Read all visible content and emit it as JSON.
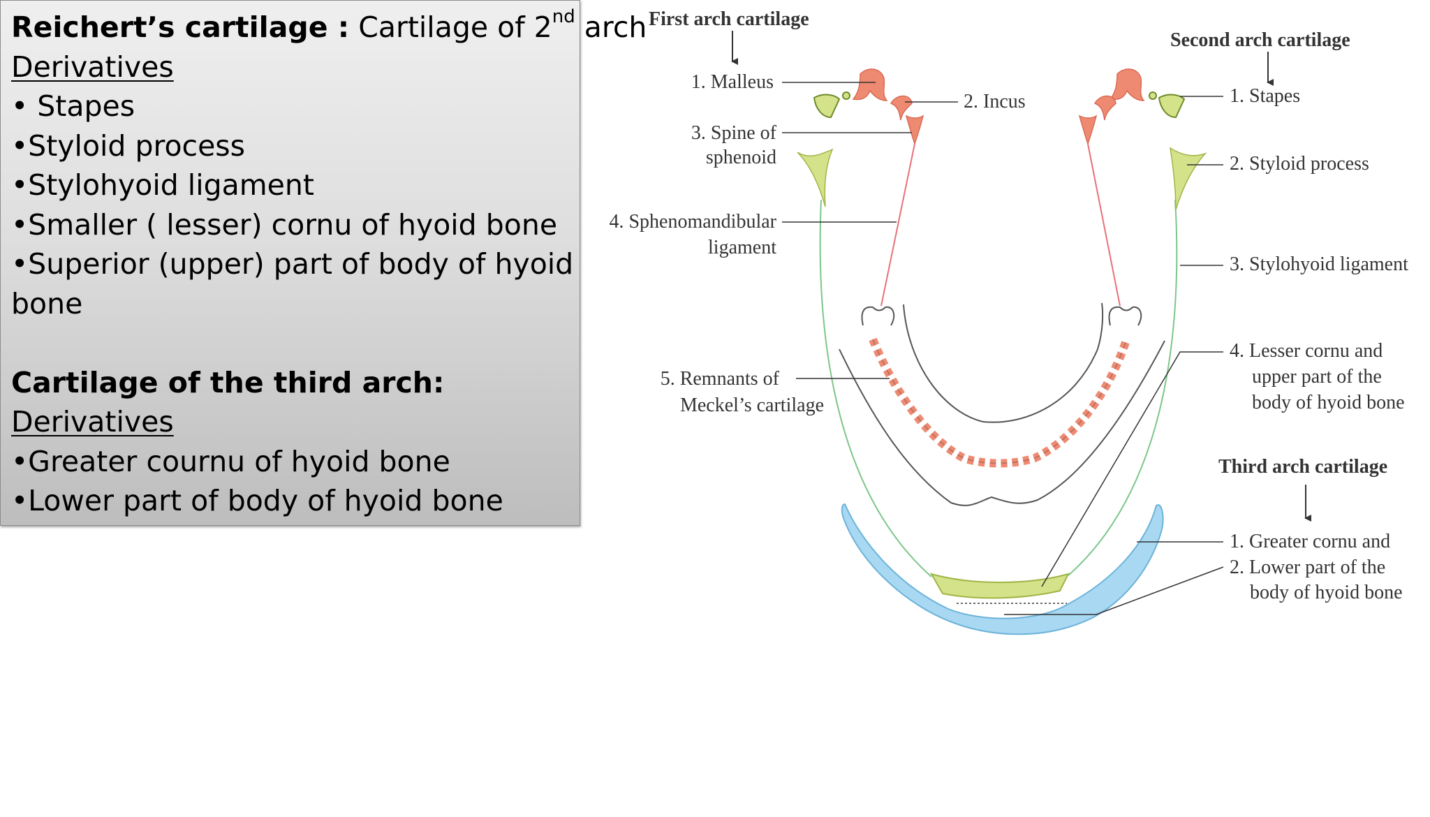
{
  "textbox": {
    "heading1_bold": "Reichert’s cartilage :",
    "heading1_rest": " Cartilage of 2",
    "heading1_sup": "nd",
    "heading1_end": "  arch",
    "derivatives_label_1": "Derivatives",
    "second_arch_items": [
      "• Stapes",
      "•Styloid process",
      "•Stylohyoid ligament",
      "•Smaller ( lesser) cornu of  hyoid bone",
      "•Superior (upper) part of body of hyoid",
      "bone"
    ],
    "heading2": "Cartilage of the third arch:",
    "derivatives_label_2": "Derivatives",
    "third_arch_items": [
      "•Greater cournu of hyoid bone",
      "•Lower  part of body of hyoid  bone"
    ]
  },
  "diagram": {
    "first_arch": {
      "heading": "First arch cartilage",
      "labels": [
        "1. Malleus",
        "2. Incus",
        "3. Spine of",
        "sphenoid",
        "4. Sphenomandibular",
        "ligament",
        "5. Remnants of",
        "Meckel’s cartilage"
      ]
    },
    "second_arch": {
      "heading": "Second arch cartilage",
      "labels": [
        "1. Stapes",
        "2. Styloid process",
        "3. Stylohyoid ligament",
        "4. Lesser cornu and",
        "upper part of the",
        "body of hyoid bone"
      ]
    },
    "third_arch": {
      "heading": "Third arch cartilage",
      "labels": [
        "1. Greater cornu and",
        "2. Lower part of the",
        "body of hyoid bone"
      ]
    },
    "colors": {
      "first_arch_red": "#ef8a72",
      "second_arch_green": "#d4e38a",
      "third_arch_blue": "#a9d8f2",
      "green_line": "#7cc68a",
      "red_line": "#e8707a",
      "leader": "#333333"
    }
  }
}
